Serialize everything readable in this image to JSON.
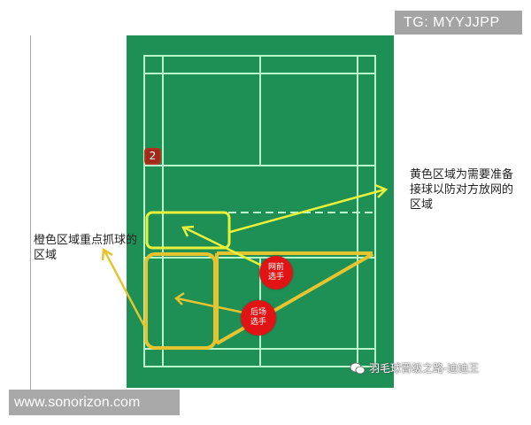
{
  "watermarks": {
    "top_right": "TG: MYYJJPP",
    "bottom_left": "www.sonorizon.com",
    "wechat_account": "羽毛球晋级之路-迪迪王"
  },
  "court": {
    "colors": {
      "surface": "#1e8f55",
      "lines": "#b8f5c8",
      "yellow_zone": "#e8f03a",
      "orange_zone": "#e6c430",
      "player_circle": "#e01414",
      "badge": "#9e2a1a"
    },
    "marker_number": "2"
  },
  "annotations": {
    "left_note": "橙色区域重点抓球的区域",
    "right_note": "黄色区域为需要准备接球以防对方放网的区域"
  },
  "players": [
    {
      "label_line1": "网前",
      "label_line2": "选手"
    },
    {
      "label_line1": "后场",
      "label_line2": "选手"
    }
  ]
}
